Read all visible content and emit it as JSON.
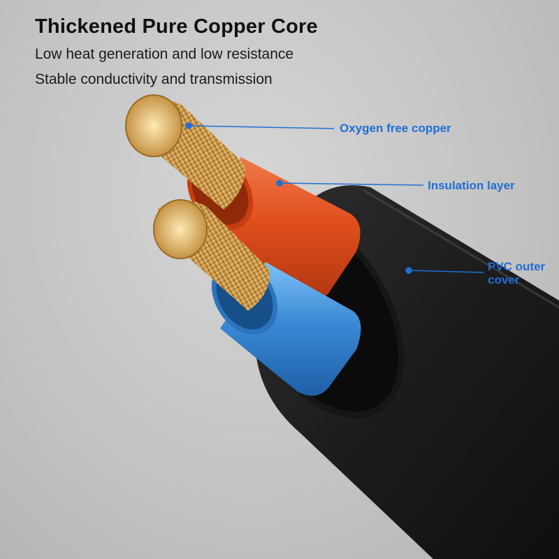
{
  "header": {
    "title": "Thickened Pure Copper Core",
    "line1": "Low heat generation and low resistance",
    "line2": "Stable conductivity and transmission"
  },
  "callouts": {
    "copper": "Oxygen free copper",
    "insulation": "Insulation layer",
    "pvc": "PVC outer cover"
  },
  "colors": {
    "callout": "#1f6fd6",
    "jacket": "#1b1b1b",
    "red_insulation": "#e0501f",
    "blue_insulation": "#3f8fd8",
    "copper": "#c9933f"
  },
  "icons": [
    "copper-wire-icon",
    "cable-jacket-icon"
  ]
}
